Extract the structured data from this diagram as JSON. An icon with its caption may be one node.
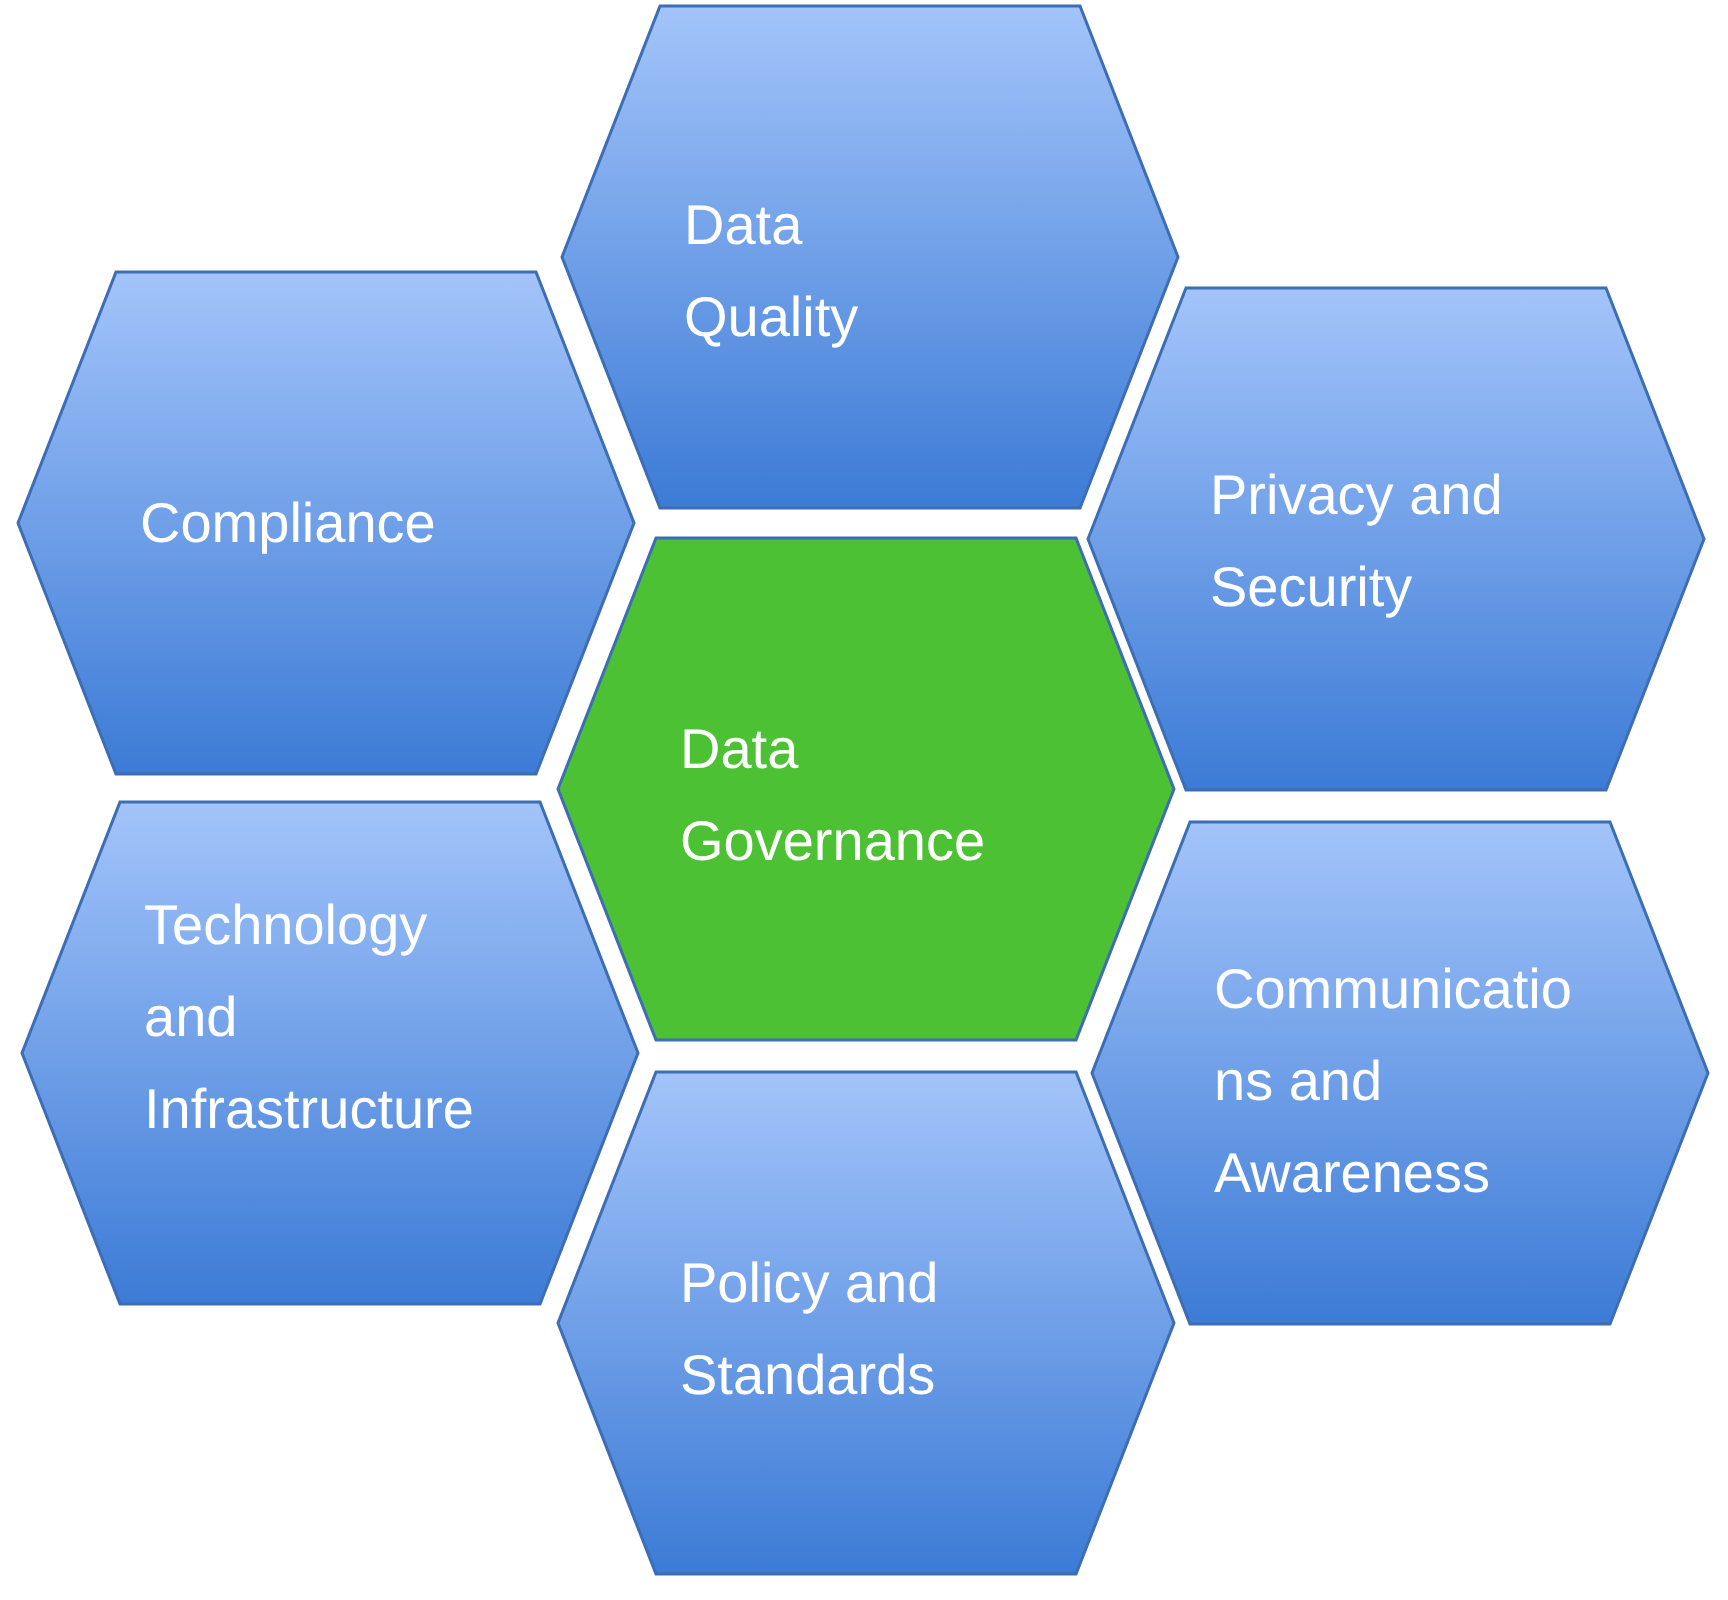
{
  "diagram": {
    "nodes": [
      {
        "text": [
          "Data Quality"
        ]
      },
      {
        "text": [
          "Compliance"
        ]
      },
      {
        "text": [
          "Privacy and Security"
        ]
      },
      {
        "text": [
          "Data Governance"
        ]
      },
      {
        "text": [
          "Technology and Infrastructure"
        ]
      },
      {
        "text": [
          "Communications and Awareness"
        ]
      },
      {
        "text": [
          "Policy and Standards"
        ]
      }
    ]
  }
}
